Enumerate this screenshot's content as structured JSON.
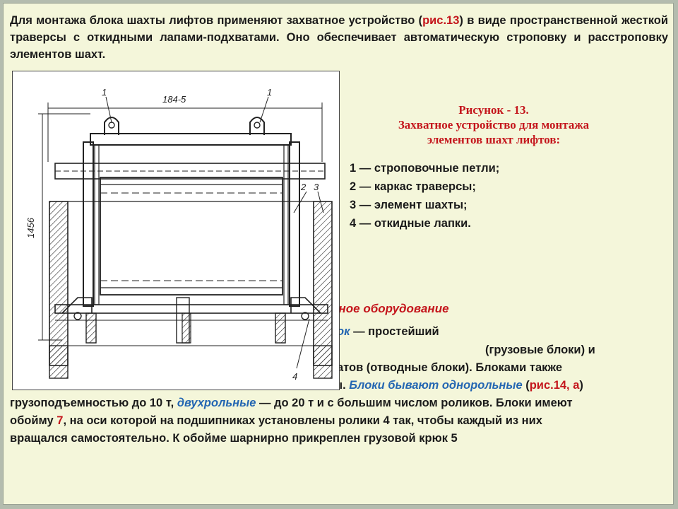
{
  "intro": {
    "part1": "Для монтажа блока шахты лифтов применяют захватное устройство (",
    "ref": "рис.13",
    "part2": ") в виде пространственной жесткой траверсы с откидными лапами-подхватами. Оно обеспечивает автоматическую строповку и расстроповку элементов шахт."
  },
  "figure": {
    "caption_title": "Рисунок - 13.",
    "caption_line1": "Захватное устройство для монтажа",
    "caption_line2": "элементов шахт лифтов:",
    "legend": [
      "1 — строповочные петли;",
      "2 — каркас траверсы;",
      "3 — элемент шахты;",
      "4 — откидные лапки."
    ],
    "dim_width": "184-5",
    "dim_height": "1456",
    "callouts": [
      "1",
      "1",
      "2",
      "3",
      "4"
    ]
  },
  "body": {
    "heading_fragment": "жное оборудование",
    "line1_blue": "лок",
    "line1_rest": " — простейший",
    "line2": "(грузовые блоки) и",
    "line3": "натов (отводные блоки). Блоками также",
    "line4_pre": "ы. ",
    "line4_blue": "Блоки бывают однорольные",
    "line4_mid": " (",
    "line4_ref": "рис.14, а",
    "line4_end": ")",
    "line5_pre": "грузоподъемностью до 10 т, ",
    "line5_blue": "двухрольные",
    "line5_end": " — до 20 т и с большим числом роликов. Блоки имеют",
    "line6_pre": "обойму ",
    "line6_ref": "7",
    "line6_end": ", на оси которой на подшипниках установлены ролики 4 так, чтобы каждый из них",
    "line7": "вращался самостоятельно. К обойме шарнирно прикреплен грузовой крюк 5"
  },
  "colors": {
    "accent_red": "#c4161c",
    "accent_blue": "#2466b2",
    "slide_bg": "#f4f6da"
  }
}
